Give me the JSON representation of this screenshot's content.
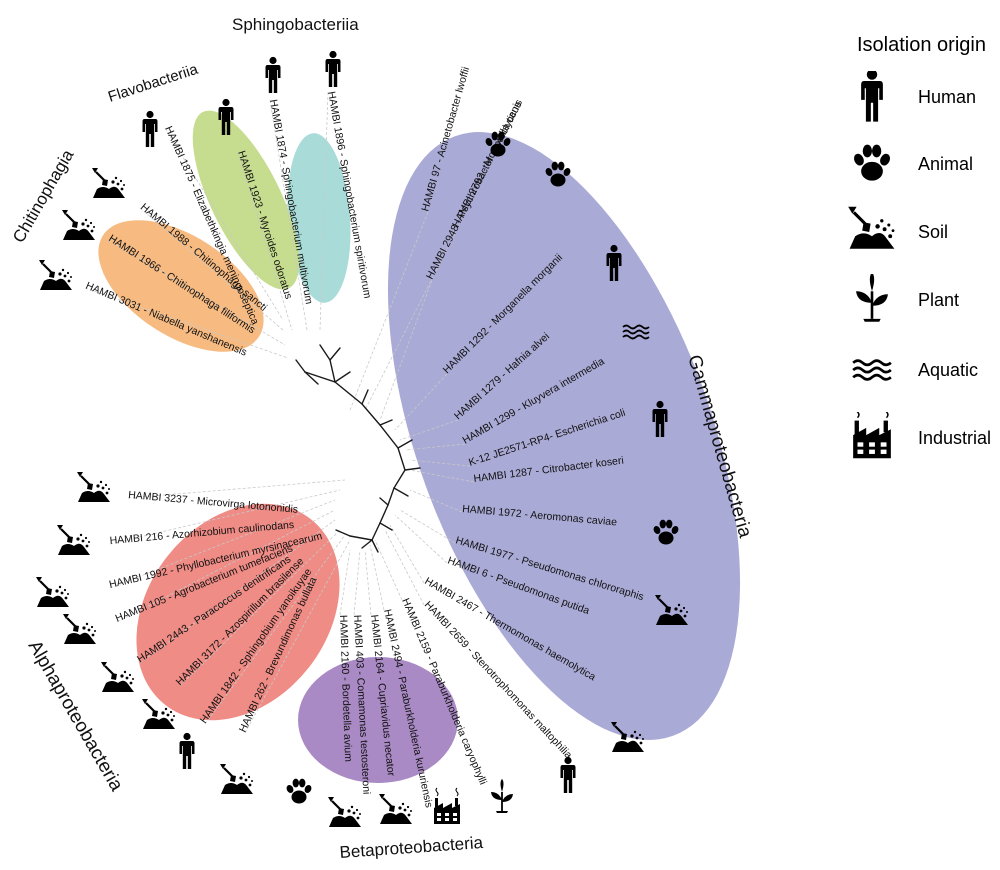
{
  "legend": {
    "title": "Isolation origin",
    "items": [
      {
        "key": "human",
        "label": "Human",
        "icon": "human-icon"
      },
      {
        "key": "animal",
        "label": "Animal",
        "icon": "paw-icon"
      },
      {
        "key": "soil",
        "label": "Soil",
        "icon": "soil-shovel-icon"
      },
      {
        "key": "plant",
        "label": "Plant",
        "icon": "plant-icon"
      },
      {
        "key": "aquatic",
        "label": "Aquatic",
        "icon": "waves-icon"
      },
      {
        "key": "industrial",
        "label": "Industrial",
        "icon": "factory-icon"
      }
    ]
  },
  "clades": [
    {
      "name": "Sphingobacteriia",
      "color": "#a9dcd8"
    },
    {
      "name": "Flavobacteriia",
      "color": "#c6dc8e"
    },
    {
      "name": "Chitinophagia",
      "color": "#f7bb82"
    },
    {
      "name": "Gammaproteobacteria",
      "color": "#aaaad6"
    },
    {
      "name": "Alphaproteobacteria",
      "color": "#ef8c86"
    },
    {
      "name": "Betaproteobacteria",
      "color": "#a98ac4"
    }
  ],
  "taxa": [
    {
      "label": "HAMBI 1896 - Sphingobacterium spiritivorum",
      "origin": "human"
    },
    {
      "label": "HAMBI 1874 - Sphingobacterium multivorum",
      "origin": "human"
    },
    {
      "label": "HAMBI 1923 - Myroides odoratus",
      "origin": "human"
    },
    {
      "label": "HAMBI 1875 - Elizabethkingia meningoseptica",
      "origin": "human"
    },
    {
      "label": "HAMBI 1988 - Chitinophaga sancti",
      "origin": "soil"
    },
    {
      "label": "HAMBI 1966 - Chitinophaga filiformis",
      "origin": "soil"
    },
    {
      "label": "HAMBI 3031 - Niabella yanshanensis",
      "origin": "soil"
    },
    {
      "label": "HAMBI 97 - Acinetobacter lwoffii",
      "origin": "animal"
    },
    {
      "label": "HAMBI 2792 - Moraxella canis",
      "origin": "animal"
    },
    {
      "label": "HAMBI 2948 - Psychrobacter proteolyticus",
      "origin": "human"
    },
    {
      "label": "HAMBI 1292 - Morganella morganii",
      "origin": "aquatic"
    },
    {
      "label": "HAMBI 1279 - Hafnia alvei",
      "origin": ""
    },
    {
      "label": "HAMBI 1299 - Kluyvera intermedia",
      "origin": "human"
    },
    {
      "label": "K-12 JE2571-RP4- Escherichia coli",
      "origin": ""
    },
    {
      "label": "HAMBI 1287 - Citrobacter koseri",
      "origin": ""
    },
    {
      "label": "HAMBI 1972 - Aeromonas caviae",
      "origin": "animal"
    },
    {
      "label": "HAMBI 1977 - Pseudomonas chlororaphis",
      "origin": ""
    },
    {
      "label": "HAMBI 6 - Pseudomonas putida",
      "origin": "soil"
    },
    {
      "label": "HAMBI 2467 - Thermomonas haemolytica",
      "origin": "soil"
    },
    {
      "label": "HAMBI 2659 - Stenotrophomonas maltophilia",
      "origin": "human"
    },
    {
      "label": "HAMBI 2159 - Paraburkholderia caryophylli",
      "origin": "plant"
    },
    {
      "label": "HAMBI 2494 - Paraburkholderia kururiensis",
      "origin": "industrial"
    },
    {
      "label": "HAMBI 2164 - Cupriavidus necator",
      "origin": "soil"
    },
    {
      "label": "HAMBI 403 - Comamonas testosteroni",
      "origin": "soil"
    },
    {
      "label": "HAMBI 2160 - Bordetella avium",
      "origin": "animal"
    },
    {
      "label": "HAMBI 262 - Brevundimonas bullata",
      "origin": "soil"
    },
    {
      "label": "HAMBI 1842 - Sphingobium yanoikuyae",
      "origin": "human"
    },
    {
      "label": "HAMBI 3172 - Azospirillum brasilense",
      "origin": "soil"
    },
    {
      "label": "HAMBI 2443 - Paracoccus denitrificans",
      "origin": "soil"
    },
    {
      "label": "HAMBI 105 - Agrobacterium tumefaciens",
      "origin": "soil"
    },
    {
      "label": "HAMBI 1992 - Phyllobacterium myrsinacearum",
      "origin": "soil"
    },
    {
      "label": "HAMBI 216 - Azorhizobium caulinodans",
      "origin": "soil"
    },
    {
      "label": "HAMBI 3237 - Microvirga lotononidis",
      "origin": "soil"
    }
  ]
}
